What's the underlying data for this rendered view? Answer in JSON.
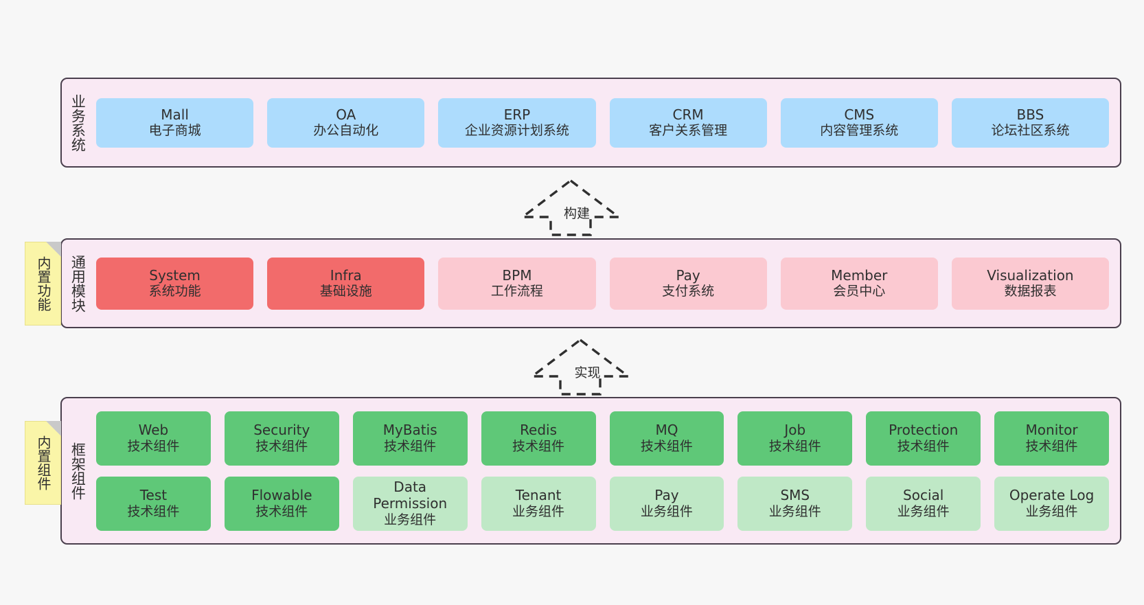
{
  "diagram": {
    "background_color": "#f7f7f7",
    "panel_fill": "#f9e9f4",
    "panel_border": "#4a3f4d",
    "note_fill": "#faf5a8"
  },
  "panels": [
    {
      "key": "business",
      "label": "业务系统",
      "rows": [
        {
          "cards": [
            {
              "title": "Mall",
              "sub": "电子商城",
              "color": "#addcfd"
            },
            {
              "title": "OA",
              "sub": "办公自动化",
              "color": "#addcfd"
            },
            {
              "title": "ERP",
              "sub": "企业资源计划系统",
              "color": "#addcfd"
            },
            {
              "title": "CRM",
              "sub": "客户关系管理",
              "color": "#addcfd"
            },
            {
              "title": "CMS",
              "sub": "内容管理系统",
              "color": "#addcfd"
            },
            {
              "title": "BBS",
              "sub": "论坛社区系统",
              "color": "#addcfd"
            }
          ]
        }
      ]
    },
    {
      "key": "common",
      "label": "通用模块",
      "rows": [
        {
          "cards": [
            {
              "title": "System",
              "sub": "系统功能",
              "color": "#f26b6b"
            },
            {
              "title": "Infra",
              "sub": "基础设施",
              "color": "#f26b6b"
            },
            {
              "title": "BPM",
              "sub": "工作流程",
              "color": "#fbc9d1"
            },
            {
              "title": "Pay",
              "sub": "支付系统",
              "color": "#fbc9d1"
            },
            {
              "title": "Member",
              "sub": "会员中心",
              "color": "#fbc9d1"
            },
            {
              "title": "Visualization",
              "sub": "数据报表",
              "color": "#fbc9d1"
            }
          ]
        }
      ]
    },
    {
      "key": "framework",
      "label": "框架组件",
      "rows": [
        {
          "cards": [
            {
              "title": "Web",
              "sub": "技术组件",
              "color": "#5fc878"
            },
            {
              "title": "Security",
              "sub": "技术组件",
              "color": "#5fc878"
            },
            {
              "title": "MyBatis",
              "sub": "技术组件",
              "color": "#5fc878"
            },
            {
              "title": "Redis",
              "sub": "技术组件",
              "color": "#5fc878"
            },
            {
              "title": "MQ",
              "sub": "技术组件",
              "color": "#5fc878"
            },
            {
              "title": "Job",
              "sub": "技术组件",
              "color": "#5fc878"
            },
            {
              "title": "Protection",
              "sub": "技术组件",
              "color": "#5fc878"
            },
            {
              "title": "Monitor",
              "sub": "技术组件",
              "color": "#5fc878"
            }
          ]
        },
        {
          "cards": [
            {
              "title": "Test",
              "sub": "技术组件",
              "color": "#5fc878"
            },
            {
              "title": "Flowable",
              "sub": "技术组件",
              "color": "#5fc878"
            },
            {
              "title": "Data Permission",
              "sub": "业务组件",
              "color": "#bfe8c6"
            },
            {
              "title": "Tenant",
              "sub": "业务组件",
              "color": "#bfe8c6"
            },
            {
              "title": "Pay",
              "sub": "业务组件",
              "color": "#bfe8c6"
            },
            {
              "title": "SMS",
              "sub": "业务组件",
              "color": "#bfe8c6"
            },
            {
              "title": "Social",
              "sub": "业务组件",
              "color": "#bfe8c6"
            },
            {
              "title": "Operate Log",
              "sub": "业务组件",
              "color": "#bfe8c6"
            }
          ]
        }
      ]
    }
  ],
  "notes": [
    {
      "key": "builtin-function",
      "label": "内置功能"
    },
    {
      "key": "builtin-component",
      "label": "内置组件"
    }
  ],
  "arrows": [
    {
      "key": "build",
      "label": "构建",
      "style": "dashed-hollow-generalization",
      "direction": "up"
    },
    {
      "key": "implement",
      "label": "实现",
      "style": "dashed-hollow-generalization",
      "direction": "up"
    }
  ]
}
